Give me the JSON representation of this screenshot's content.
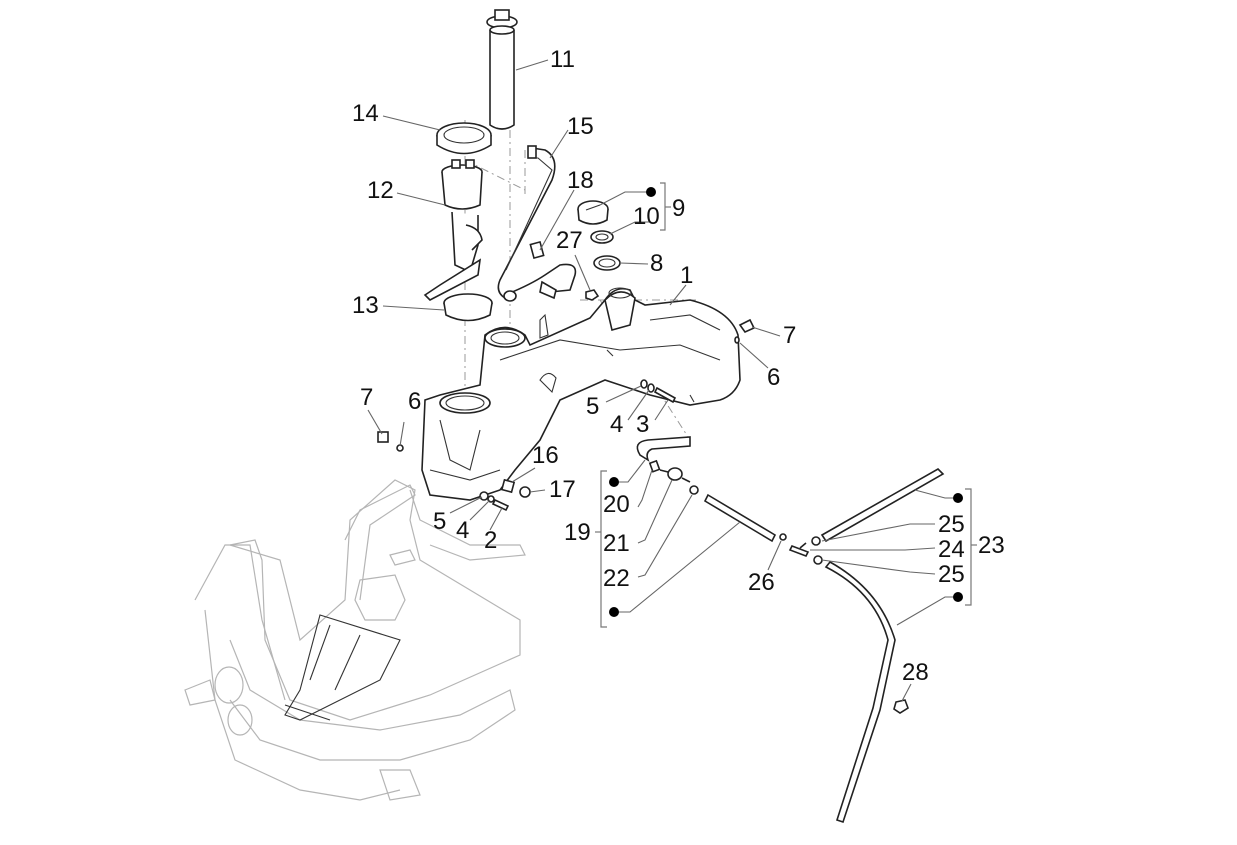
{
  "diagram": {
    "title": "Fuel tank exploded parts diagram",
    "colors": {
      "line": "#222222",
      "ghost": "#b5b5b5",
      "leader": "#666666",
      "background": "#ffffff"
    },
    "callouts": {
      "c1": "1",
      "c2": "2",
      "c3": "3",
      "c4a": "4",
      "c4b": "4",
      "c5a": "5",
      "c5b": "5",
      "c6a": "6",
      "c6b": "6",
      "c7a": "7",
      "c7b": "7",
      "c8": "8",
      "c9": "9",
      "c10": "10",
      "c11": "11",
      "c12": "12",
      "c13": "13",
      "c14": "14",
      "c15": "15",
      "c16": "16",
      "c17": "17",
      "c18": "18",
      "c19": "19",
      "c20": "20",
      "c21": "21",
      "c22": "22",
      "c23": "23",
      "c24": "24",
      "c25a": "25",
      "c25b": "25",
      "c26": "26",
      "c27": "27",
      "c28": "28"
    },
    "groups": [
      {
        "label": "9",
        "members": [
          "10"
        ],
        "note": "kit bracket with dot"
      },
      {
        "label": "19",
        "members": [
          "20",
          "21",
          "22"
        ],
        "note": "kit bracket with dots"
      },
      {
        "label": "23",
        "members": [
          "25",
          "24",
          "25"
        ],
        "note": "kit bracket with dots"
      }
    ]
  }
}
